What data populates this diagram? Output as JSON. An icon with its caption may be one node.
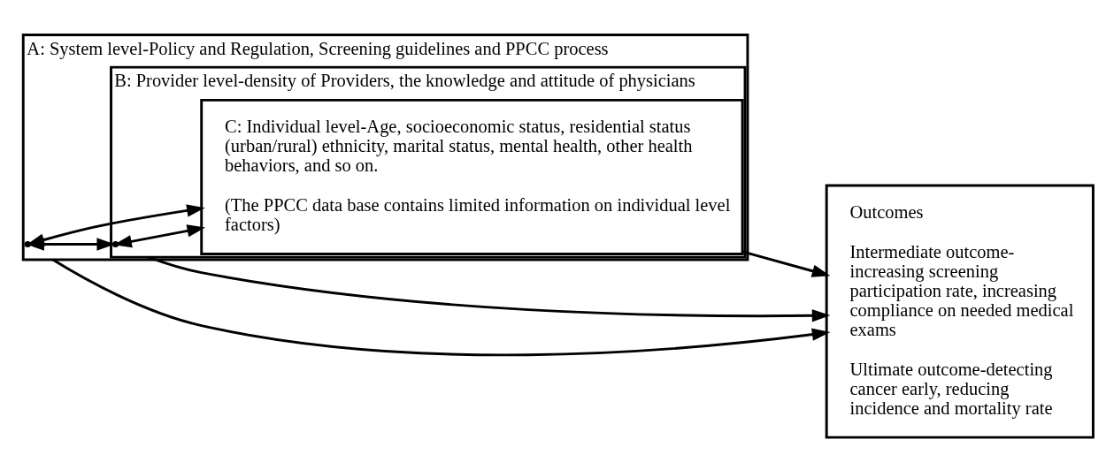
{
  "diagram": {
    "nodes": [
      {
        "text": [
          "A: System level-Policy and Regulation, Screening guidelines and PPCC process"
        ]
      },
      {
        "text": [
          "B: Provider level-density of Providers, the knowledge and attitude of physicians"
        ],
        "in": 0
      },
      {
        "text": [
          "C: Individual level-Age, socioeconomic status, residential status (urban/rural) ethnicity, marital status, mental health, other health behaviors, and so on.",
          "(The PPCC data base contains limited information on individual level factors)"
        ],
        "in": 1
      },
      {
        "text": [
          "Outcomes",
          "Intermediate outcome-increasing screening participation rate, increasing compliance on needed medical exams",
          "Ultimate outcome-detecting cancer early, reducing incidence and mortality rate"
        ]
      }
    ],
    "edges": [
      {
        "from": 0,
        "to": 1,
        "arrow": "both"
      },
      {
        "from": 0,
        "to": 2,
        "arrow": "both"
      },
      {
        "from": 1,
        "to": 2,
        "arrow": "both"
      },
      {
        "from": 0,
        "to": 3,
        "arrow": "to"
      },
      {
        "from": 1,
        "to": 3,
        "arrow": "to"
      },
      {
        "from": 2,
        "to": 3,
        "arrow": "to"
      }
    ]
  }
}
